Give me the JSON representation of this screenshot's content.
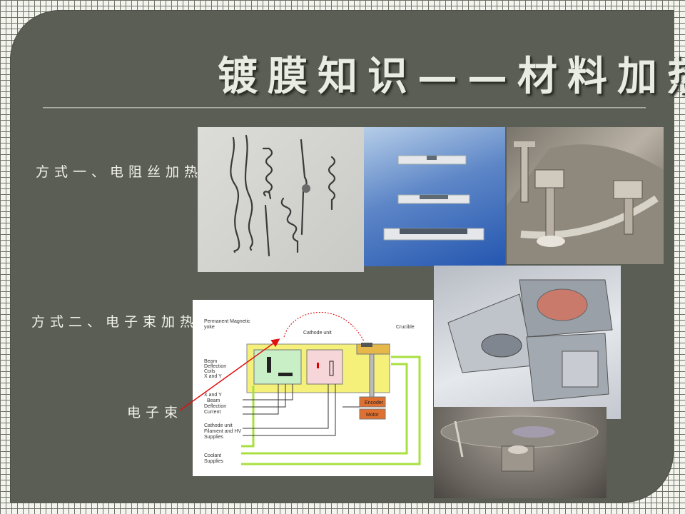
{
  "slide": {
    "title": "镀膜知识——材料加热",
    "method1": "方式一、电阻丝加热",
    "method2": "方式二、电子束加热",
    "ebeam_label": "电子束"
  },
  "diagram": {
    "labels": {
      "yoke": [
        "Permanent Magnetic",
        "yoke"
      ],
      "cathode": "Cathode unit",
      "crucible": "Crucible",
      "beam_coils": [
        "Beam",
        "Deflection",
        "Coils",
        "X and Y"
      ],
      "beam_current": [
        "X and Y",
        "Beam",
        "Deflection",
        "Current"
      ],
      "cathode_supplies": [
        "Cathode unit",
        "Filament and HV",
        "Supplies"
      ],
      "coolant": [
        "Coolant",
        "Supplies"
      ],
      "encoder": "Encoder",
      "motor": "Motor"
    }
  },
  "colors": {
    "background_panel": "#5b5e54",
    "arrow": "#e01010",
    "coolant_line": "#a8e040",
    "yellow_body": "#f5f07a"
  }
}
